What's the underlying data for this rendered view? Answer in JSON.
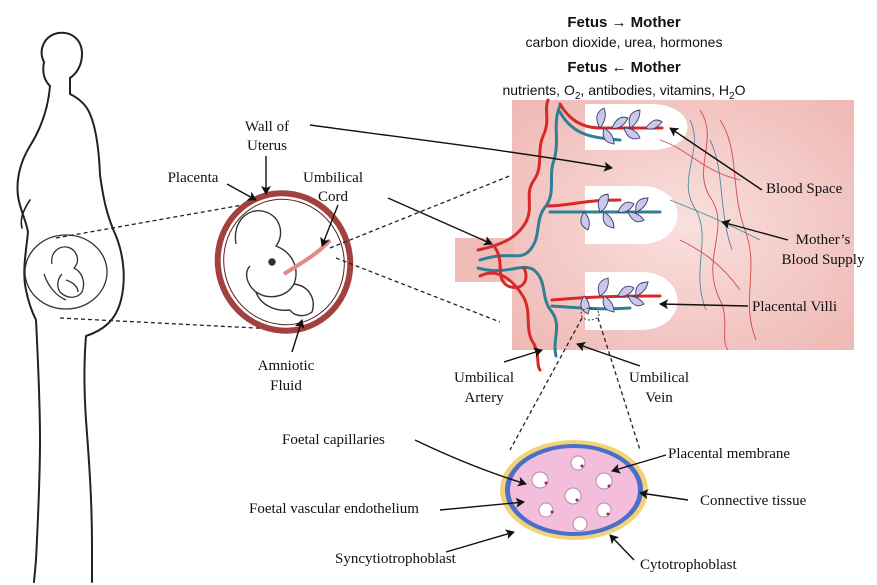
{
  "header": {
    "line1": "Fetus → Mother",
    "line2": "carbon dioxide, urea, hormones",
    "line3": "Fetus ← Mother",
    "line4_a": "nutrients, O",
    "line4_sub1": "2",
    "line4_b": ", antibodies, vitamins, H",
    "line4_sub2": "2",
    "line4_c": "O"
  },
  "labels": {
    "wall_of_uterus_1": "Wall of",
    "wall_of_uterus_2": "Uterus",
    "placenta": "Placenta",
    "umbilical_cord_1": "Umbilical",
    "umbilical_cord_2": "Cord",
    "amniotic_fluid_1": "Amniotic",
    "amniotic_fluid_2": "Fluid",
    "blood_space": "Blood Space",
    "mothers_blood_supply_1": "Mother’s",
    "mothers_blood_supply_2": "Blood Supply",
    "placental_villi": "Placental Villi",
    "umbilical_artery_1": "Umbilical",
    "umbilical_artery_2": "Artery",
    "umbilical_vein_1": "Umbilical",
    "umbilical_vein_2": "Vein",
    "foetal_capillaries": "Foetal capillaries",
    "placental_membrane": "Placental membrane",
    "foetal_vascular_endothelium": "Foetal vascular endothelium",
    "connective_tissue": "Connective tissue",
    "syncytiotrophoblast": "Syncytiotrophoblast",
    "cytotrophoblast": "Cytotrophoblast"
  },
  "colors": {
    "artery": "#d62a2a",
    "vein": "#2f7f95",
    "placenta_bg": "#f4cfcc",
    "uterus_wall": "#b44a4a",
    "cross_section_fill": "#f5c6df",
    "cross_section_ring": "#4a6fc9"
  }
}
